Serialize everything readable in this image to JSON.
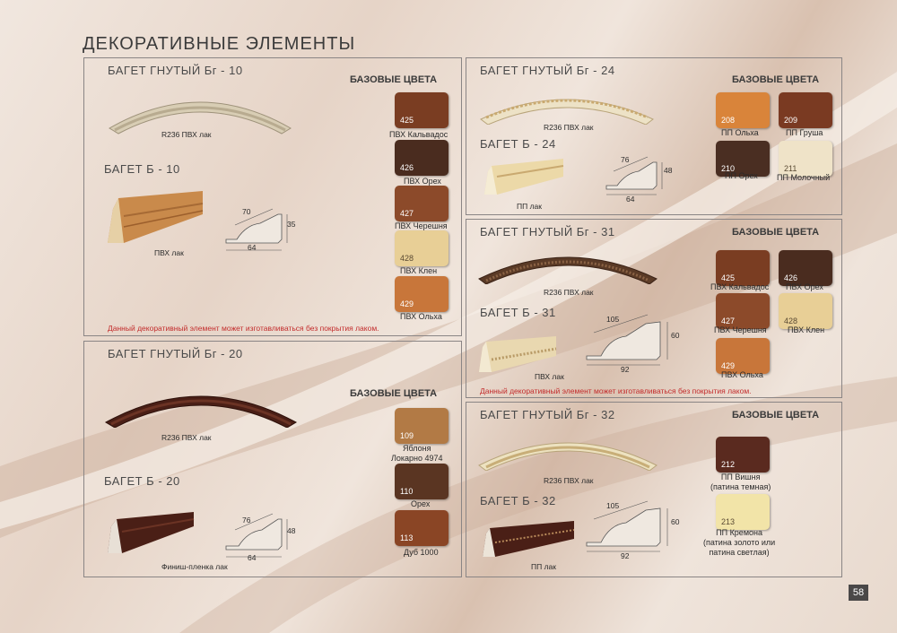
{
  "page": {
    "title": "ДЕКОРАТИВНЫЕ ЭЛЕМЕНТЫ",
    "page_number": "58",
    "base_colors_label": "БАЗОВЫЕ ЦВЕТА"
  },
  "panels": {
    "bg10": {
      "title": "БАГЕТ ГНУТЫЙ Бг - 10",
      "bent_caption": "R236 ПВХ лак",
      "straight_title": "БАГЕТ Б - 10",
      "straight_caption": "ПВХ лак",
      "dims": {
        "a": "70",
        "b": "35",
        "c": "64"
      },
      "note": "Данный декоративный элемент может изготавливаться без покрытия лаком.",
      "swatches": [
        {
          "code": "425",
          "label": "ПВХ Кальвадос",
          "color": "#7a3d22"
        },
        {
          "code": "426",
          "label": "ПВХ Орех",
          "color": "#4a2c1f"
        },
        {
          "code": "427",
          "label": "ПВХ Черешня",
          "color": "#8c4a2a"
        },
        {
          "code": "428",
          "label": "ПВХ Клен",
          "color": "#e8cf96"
        },
        {
          "code": "429",
          "label": "ПВХ Ольха",
          "color": "#c8763a"
        }
      ]
    },
    "bg20": {
      "title": "БАГЕТ ГНУТЫЙ Бг - 20",
      "bent_caption": "R236 ПВХ лак",
      "straight_title": "БАГЕТ Б - 20",
      "straight_caption": "Финиш-пленка лак",
      "dims": {
        "a": "76",
        "b": "48",
        "c": "64"
      },
      "swatches": [
        {
          "code": "109",
          "label": "Яблоня\nЛокарно 4974",
          "color": "#b27a45"
        },
        {
          "code": "110",
          "label": "Орех",
          "color": "#5a3522"
        },
        {
          "code": "113",
          "label": "Дуб 1000",
          "color": "#8a4525"
        }
      ]
    },
    "bg24": {
      "title": "БАГЕТ ГНУТЫЙ Бг - 24",
      "bent_caption": "R236 ПВХ лак",
      "straight_title": "БАГЕТ Б - 24",
      "straight_caption": "ПП лак",
      "dims": {
        "a": "76",
        "b": "48",
        "c": "64"
      },
      "swatches": [
        {
          "code": "208",
          "label": "ПП Ольха",
          "color": "#d9843a"
        },
        {
          "code": "209",
          "label": "ПП Груша",
          "color": "#7a3a22"
        },
        {
          "code": "210",
          "label": "ПП Орех",
          "color": "#4a2e22"
        },
        {
          "code": "211",
          "label": "ПП Молочный",
          "color": "#efe3c8"
        }
      ]
    },
    "bg31": {
      "title": "БАГЕТ ГНУТЫЙ Бг - 31",
      "bent_caption": "R236 ПВХ лак",
      "straight_title": "БАГЕТ Б - 31",
      "straight_caption": "ПВХ лак",
      "dims": {
        "a": "105",
        "b": "60",
        "c": "92"
      },
      "note": "Данный декоративный элемент может изготавливаться без покрытия лаком.",
      "swatches": [
        {
          "code": "425",
          "label": "ПВХ Кальвадос",
          "color": "#7a3d22"
        },
        {
          "code": "426",
          "label": "ПВХ Орех",
          "color": "#4a2c1f"
        },
        {
          "code": "427",
          "label": "ПВХ Черешня",
          "color": "#8c4a2a"
        },
        {
          "code": "428",
          "label": "ПВХ Клен",
          "color": "#e8cf96"
        },
        {
          "code": "429",
          "label": "ПВХ Ольха",
          "color": "#c8763a"
        }
      ]
    },
    "bg32": {
      "title": "БАГЕТ ГНУТЫЙ Бг - 32",
      "bent_caption": "R236 ПВХ лак",
      "straight_title": "БАГЕТ Б - 32",
      "straight_caption": "ПП лак",
      "dims": {
        "a": "105",
        "b": "60",
        "c": "92"
      },
      "swatches": [
        {
          "code": "212",
          "label": "ПП Вишня\n(патина темная)",
          "color": "#5a2a1f"
        },
        {
          "code": "213",
          "label": "ПП Кремона\n(патина золото или\nпатина светлая)",
          "color": "#f2e4a8"
        }
      ]
    }
  }
}
